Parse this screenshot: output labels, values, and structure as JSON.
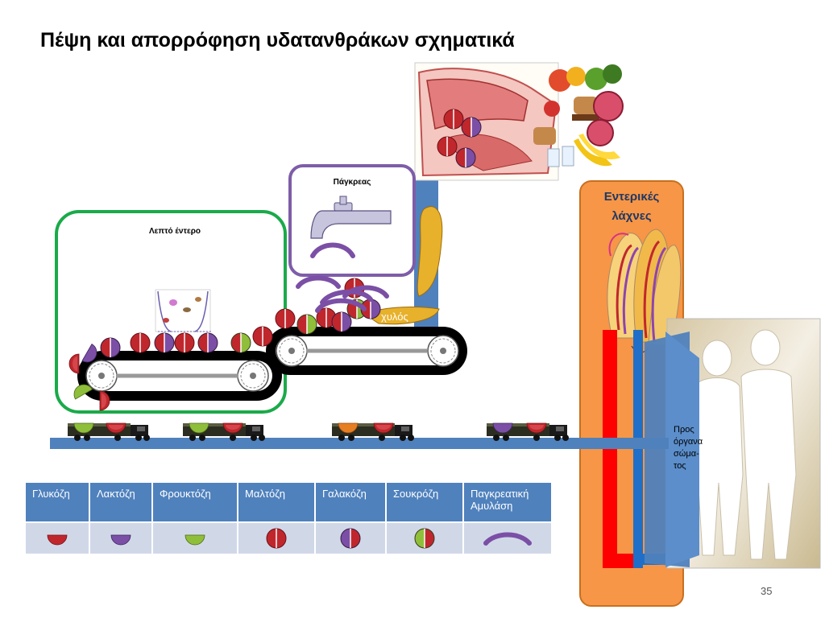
{
  "title": "Πέψη και απορρόφηση υδατανθράκων σχηματικά",
  "labels": {
    "small_intestine": "Λεπτό έντερο",
    "pancreas": "Πάγκρεας",
    "chyle": "χυλός",
    "villi_line1": "Εντερικές",
    "villi_line2": "λάχνες",
    "to_organs": [
      "Προς",
      "όργανα",
      "σώμα-",
      "τος"
    ]
  },
  "legend": {
    "headers": [
      "Γλυκόζη",
      "Λακτόζη",
      "Φρουκτόζη",
      "Μαλτόζη",
      "Γαλακόζη",
      "Σουκρόζη",
      "Παγκρεατική Αμυλάση"
    ],
    "icons": [
      "glucose-half-icon",
      "lactose-half-icon",
      "fructose-half-icon",
      "maltose-disc-icon",
      "galactose-disc-icon",
      "sucrose-disc-icon",
      "amylase-arc-icon"
    ]
  },
  "colors": {
    "glucose": "#c0272d",
    "lactose": "#7b4fa6",
    "fructose": "#8fbf3a",
    "amylase": "#8a78c6",
    "legend_header": "#4f81bd",
    "legend_cell": "#d0d8e8",
    "intestine_border": "#1aaa4a",
    "pancreas_border": "#7e5da8",
    "villi_panel": "#f79646",
    "blood_red": "#ff0000",
    "blood_blue": "#1f6fc8",
    "belt": "#000000"
  },
  "page_number": "35"
}
